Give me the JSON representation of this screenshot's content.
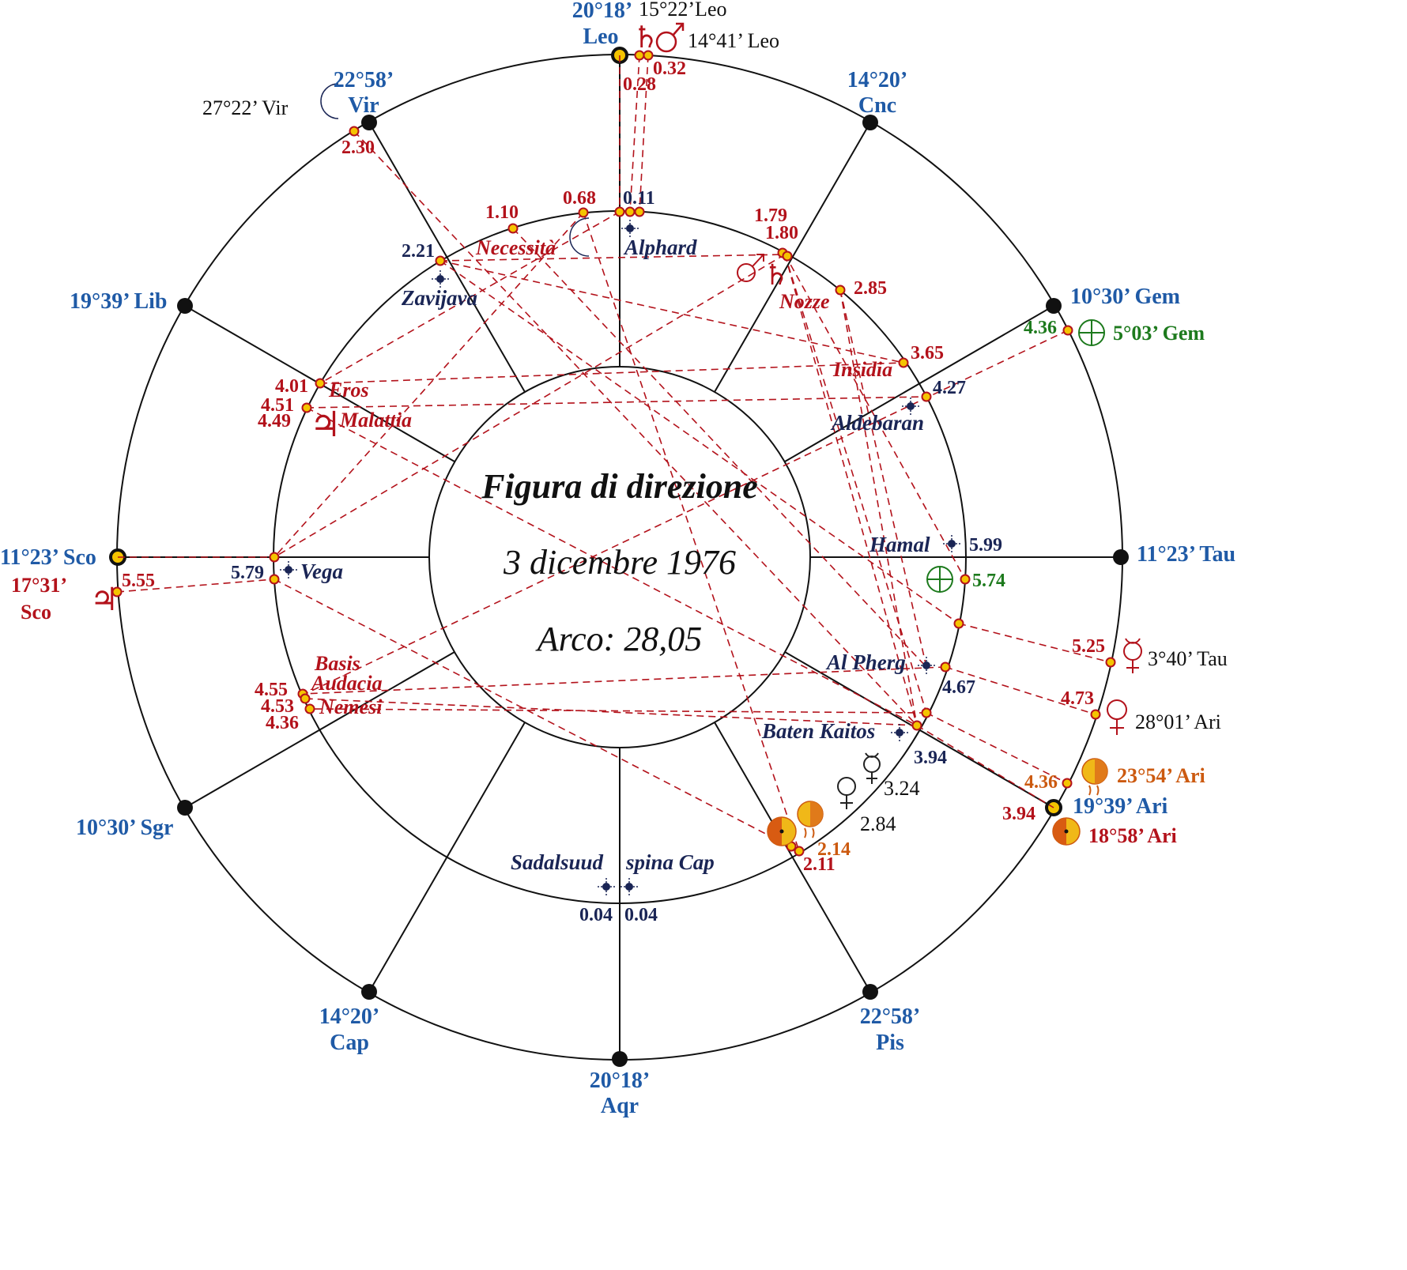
{
  "center": {
    "title": "Figura di direzione",
    "date": "3 dicembre 1976",
    "arc": "Arco: 28,05"
  },
  "cusps": {
    "top_deg": "20°18’",
    "top_sign": "Leo",
    "vir_deg": "22°58’",
    "vir_sign": "Vir",
    "cnc_deg": "14°20’",
    "cnc_sign": "Cnc",
    "lib": "19°39’ Lib",
    "gem": "10°30’ Gem",
    "sco": "11°23’ Sco",
    "tau": "11°23’ Tau",
    "sgr": "10°30’ Sgr",
    "ari": "19°39’ Ari",
    "cap_deg": "14°20’",
    "cap_sign": "Cap",
    "pis_deg": "22°58’",
    "pis_sign": "Pis",
    "bot_deg": "20°18’",
    "bot_sign": "Aqr"
  },
  "positions": {
    "saturn": "15°22’Leo",
    "mars": "14°41’ Leo",
    "moon": "27°22’ Vir",
    "earth": "5°03’ Gem",
    "jupiter_deg": "17°31’",
    "jupiter_sign": "Sco",
    "mercury": "3°40’ Tau",
    "venus": "28°01’ Ari",
    "moon_sun": "23°54’ Ari",
    "sun": "18°58’ Ari"
  },
  "values": {
    "v032": "0.32",
    "v028": "0.28",
    "v230": "2.30",
    "v068": "0.68",
    "v011": "0.11",
    "v110": "1.10",
    "v179": "1.79",
    "v180": "1.80",
    "v221": "2.21",
    "v285": "2.85",
    "v365": "3.65",
    "v436g": "4.36",
    "v427": "4.27",
    "v401": "4.01",
    "v451": "4.51",
    "v449": "4.49",
    "v599": "5.99",
    "v574": "5.74",
    "v579": "5.79",
    "v555": "5.55",
    "v525": "5.25",
    "v473": "4.73",
    "v467": "4.67",
    "v455": "4.55",
    "v453": "4.53",
    "v436": "4.36",
    "v394": "3.94",
    "v324": "3.24",
    "v284": "2.84",
    "v436a": "4.36",
    "v394b": "3.94",
    "v214": "2.14",
    "v211": "2.11",
    "v004a": "0.04",
    "v004b": "0.04"
  },
  "stars": {
    "alphard": "Alphard",
    "zavijava": "Zavijava",
    "aldebaran": "Aldebaran",
    "hamal": "Hamal",
    "vega": "Vega",
    "al_pherg": "Al Pherg",
    "baten_kaitos": "Baten Kaitos",
    "sadalsuud": "Sadalsuud",
    "spina_cap": "spina Cap"
  },
  "parts": {
    "necessita": "Necessità",
    "nozze": "Nozze",
    "insidia": "Insidia",
    "eros": "Eros",
    "malattia": "Malattia",
    "basis": "Basis",
    "audacia": "Audacia",
    "nemesi": "Nemesi"
  },
  "colors": {
    "cusp_blue": "#1f5aa6",
    "dir_red": "#b3121b",
    "star_navy": "#1a2555",
    "earth_green": "#1d7a1d",
    "sun_orange": "#cc5a10",
    "dot_fill": "#f5c400"
  }
}
